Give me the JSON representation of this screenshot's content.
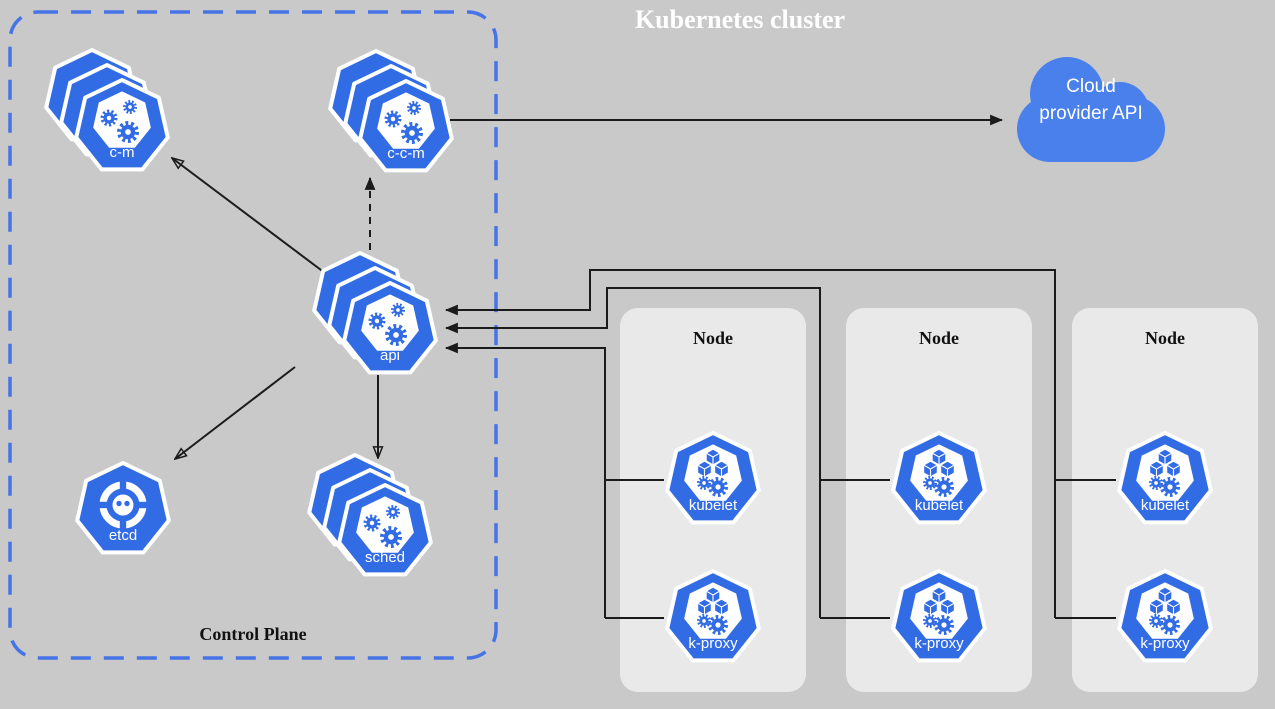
{
  "title": "Kubernetes cluster",
  "colors": {
    "kubernetes_blue": "#326ce5",
    "cloud_blue": "#4a80ec",
    "control_plane_border": "#4673e6",
    "background": "#c9c9c9",
    "node_box": "#e9e9e9",
    "line": "#1b1b1b"
  },
  "control_plane": {
    "label": "Control Plane",
    "components": [
      {
        "label": "c-m",
        "icon": "gears-icon",
        "stacked": true
      },
      {
        "label": "c-c-m",
        "icon": "gears-icon",
        "stacked": true
      },
      {
        "label": "api",
        "icon": "gears-icon",
        "stacked": true
      },
      {
        "label": "etcd",
        "icon": "etcd-icon",
        "stacked": false
      },
      {
        "label": "sched",
        "icon": "gears-icon",
        "stacked": true
      }
    ]
  },
  "cloud": {
    "label": "Cloud provider API"
  },
  "nodes": [
    {
      "label": "Node",
      "components": [
        {
          "label": "kubelet",
          "icon": "cubes-gear-icon"
        },
        {
          "label": "k-proxy",
          "icon": "cubes-gear-icon"
        }
      ]
    },
    {
      "label": "Node",
      "components": [
        {
          "label": "kubelet",
          "icon": "cubes-gear-icon"
        },
        {
          "label": "k-proxy",
          "icon": "cubes-gear-icon"
        }
      ]
    },
    {
      "label": "Node",
      "components": [
        {
          "label": "kubelet",
          "icon": "cubes-gear-icon"
        },
        {
          "label": "k-proxy",
          "icon": "cubes-gear-icon"
        }
      ]
    }
  ]
}
